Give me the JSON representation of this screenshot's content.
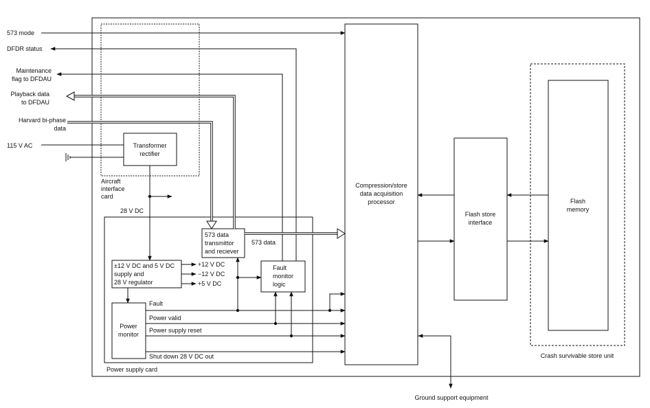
{
  "io": {
    "mode_573": "573 mode",
    "dfdr_status": "DFDR status",
    "maintenance_1": "Maintenance",
    "maintenance_2": "flag to DFDAU",
    "playback_1": "Playback data",
    "playback_2": "to DFDAU",
    "harvard_1": "Harvard bi-phase",
    "harvard_2": "data",
    "ac_115": "115 V AC",
    "ground_support": "Ground support equipment"
  },
  "aircraft_interface_card": {
    "line1": "Aircraft",
    "line2": "interface",
    "line3": "card"
  },
  "transformer": {
    "line1": "Transformer",
    "line2": "rectifier"
  },
  "dc28": "28 V DC",
  "transmitter": {
    "line1": "573 data",
    "line2": "transmittor",
    "line3": "and reciever"
  },
  "data_573": "573 data",
  "supply": {
    "line1": "±12 V DC and 5 V DC",
    "line2": "supply and",
    "line3": "28 V regulator"
  },
  "rails": {
    "plus12": "+12 V DC",
    "minus12": "−12 V DC",
    "plus5": "+5 V DC"
  },
  "fault_logic": {
    "line1": "Fault",
    "line2": "monitor",
    "line3": "logic"
  },
  "power_monitor": {
    "line1": "Power",
    "line2": "monitor"
  },
  "signals": {
    "fault": "Fault",
    "power_valid": "Power valid",
    "power_supply_reset": "Power supply reset",
    "shutdown": "Shut down 28 V DC out"
  },
  "power_supply_card": "Power supply card",
  "processor": {
    "line1": "Compression/store",
    "line2": "data acquisition",
    "line3": "processor"
  },
  "flash_interface": {
    "line1": "Flash store",
    "line2": "interface"
  },
  "flash_memory": {
    "line1": "Flash",
    "line2": "memory"
  },
  "crash_unit": "Crash survivable store unit"
}
